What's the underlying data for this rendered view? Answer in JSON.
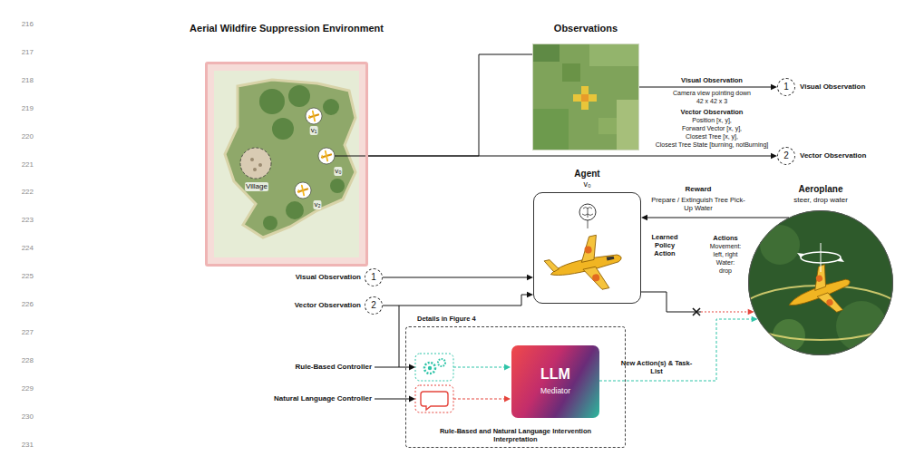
{
  "diagram": {
    "nodes": [
      {
        "text": [
          "Aerial Wildfire Suppression Environment"
        ]
      },
      {
        "text": [
          "Observations"
        ]
      },
      {
        "text": [
          "1"
        ]
      },
      {
        "text": [
          "2"
        ]
      },
      {
        "text": [
          "Agent",
          "v₀"
        ]
      },
      {
        "text": [
          "Aeroplane",
          "steer, drop water"
        ]
      },
      {
        "text": [
          "1"
        ]
      },
      {
        "text": [
          "2"
        ]
      },
      {
        "text": [
          "Details in Figure 4",
          "Rule-Based and Natural Language Intervention Interpretation"
        ]
      },
      {
        "text": [
          "LLM",
          "Mediator"
        ],
        "in": 8
      }
    ],
    "edges": [
      {
        "from": 0,
        "to": 1,
        "arrow": "none"
      },
      {
        "from": 0,
        "to": 3,
        "arrow": "to"
      },
      {
        "from": 1,
        "to": 2,
        "arrow": "to"
      },
      {
        "from": 6,
        "to": 4,
        "arrow": "to"
      },
      {
        "from": 7,
        "to": 4,
        "arrow": "to"
      },
      {
        "from": 5,
        "to": 4,
        "arrow": "to",
        "label": "Reward"
      },
      {
        "from": 4,
        "to": 5,
        "arrow": "to"
      },
      {
        "from": 9,
        "to": 5,
        "arrow": "to",
        "label": "New Action(s) & Task-List"
      }
    ],
    "labels": [
      "216",
      "217",
      "218",
      "219",
      "220",
      "221",
      "222",
      "223",
      "224",
      "225",
      "226",
      "227",
      "228",
      "229",
      "230",
      "231",
      "Village",
      "v₁",
      "v₀",
      "v₂",
      "Visual Observation",
      "Camera view pointing down",
      "42 x 42 x 3",
      "Vector Observation",
      "Position [x, y],",
      "Forward Vector [x, y],",
      "Closest Tree [x, y],",
      "Closest Tree State [burning, notBurning]",
      "Visual Observation",
      "Vector Observation",
      "Prepare / Extinguish Tree Pick-Up Water",
      "Learned Policy Action",
      "Actions",
      "Movement:",
      "left, right",
      "Water:",
      "drop",
      "Visual Observation",
      "Vector Observation",
      "Rule-Based Controller",
      "Natural Language Controller"
    ]
  }
}
